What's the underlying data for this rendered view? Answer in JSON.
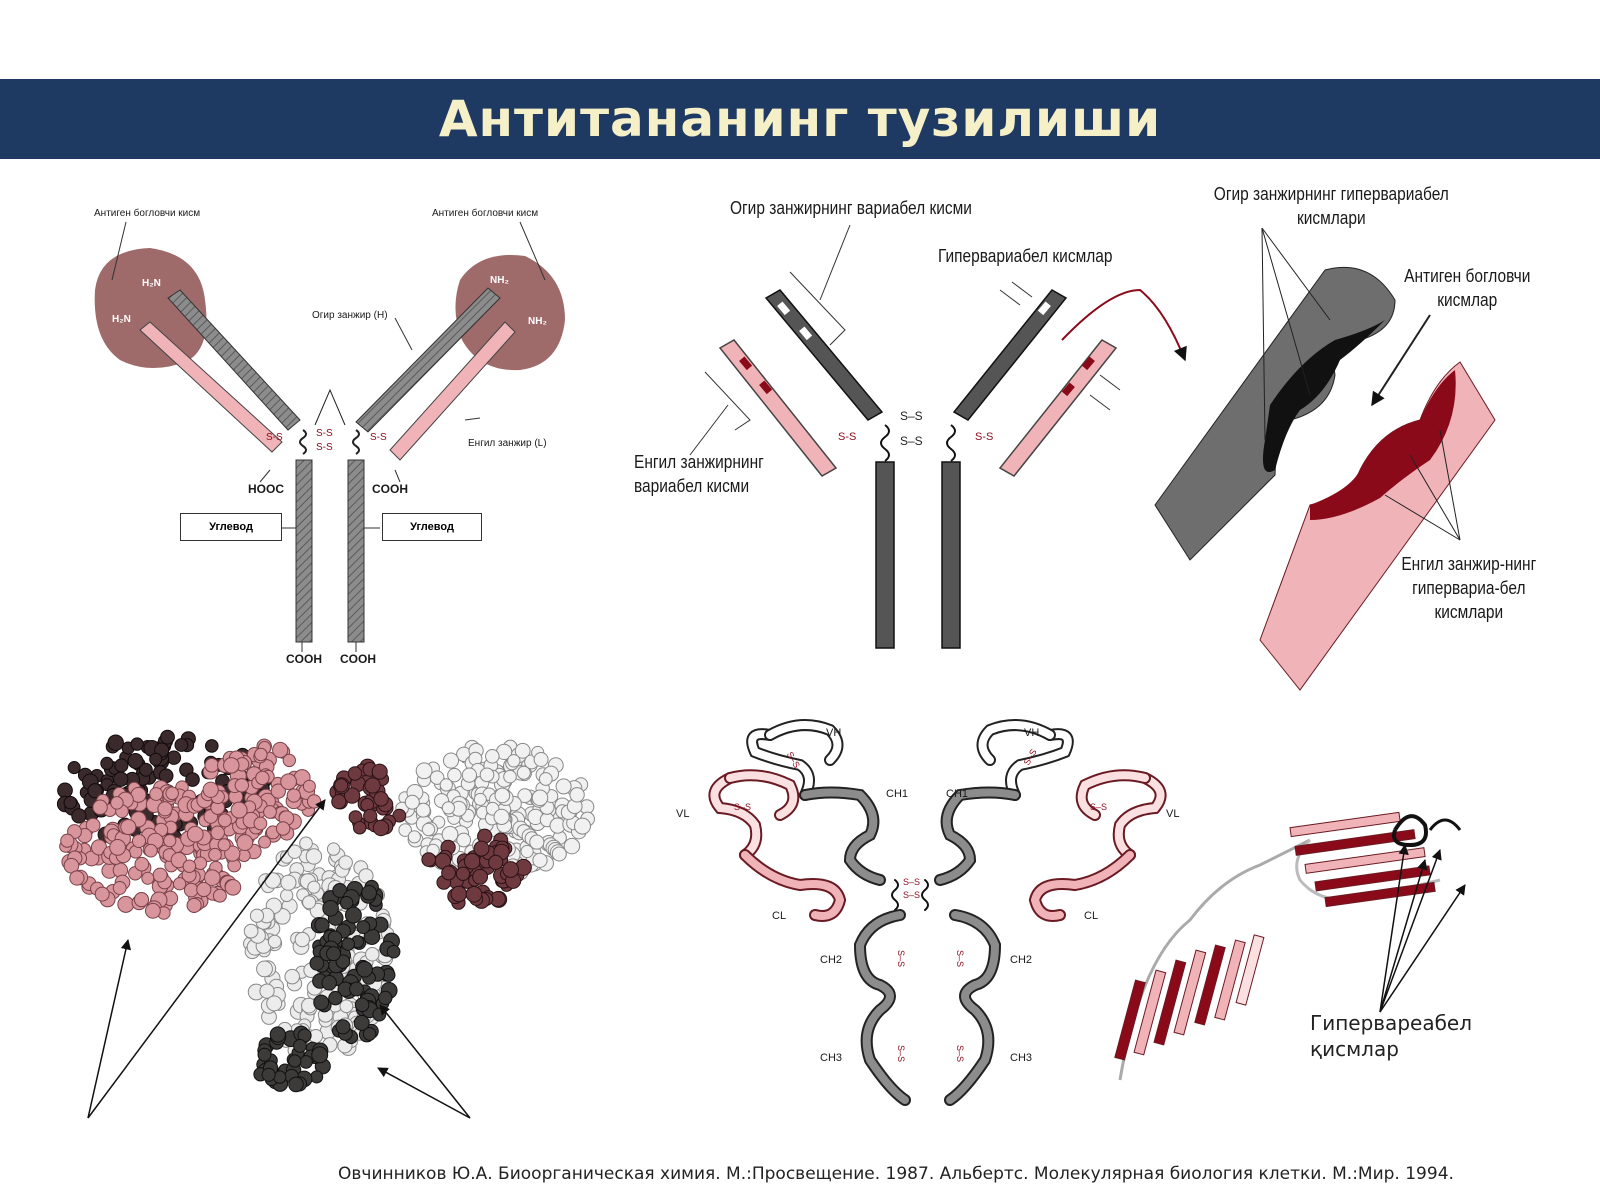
{
  "title": "Антитананинг тузилиши",
  "panel1": {
    "antigen_left": "Антиген богловчи кисм",
    "antigen_right": "Антиген богловчи кисм",
    "heavy_chain": "Огир занжир (Н)",
    "light_chain": "Енгил занжир (L)",
    "nh2_a": "H₂N",
    "nh2_b": "H₂N",
    "nh2_c": "NH₂",
    "nh2_d": "NH₂",
    "hooc": "HOOC",
    "cooh_right": "COOH",
    "cooh_bottom_left": "COOH",
    "cooh_bottom_right": "COOH",
    "carb_left": "Углевод",
    "carb_right": "Углевод",
    "ss": "S-S"
  },
  "panel2": {
    "heavy_variable": "Огир занжирнинг вариабел кисми",
    "hypervariable": "Гипервариабел кисмлар",
    "light_variable": "Енгил занжирнинг вариабел кисми"
  },
  "panel3": {
    "heavy_hyper": "Огир занжирнинг гипервариабел кисмлари",
    "antigen_binding": "Антиген богловчи кисмлар",
    "light_hyper": "Енгил занжир-нинг гипервариа-бел кисмлари"
  },
  "panel5": {
    "vh_left": "VH",
    "vh_right": "VH",
    "vl_left": "VL",
    "vl_right": "VL",
    "ch1_left": "CH1",
    "ch1_right": "CH1",
    "cl_left": "CL",
    "cl_right": "CL",
    "ch2_left": "CH2",
    "ch2_right": "CH2",
    "ch3_left": "CH3",
    "ch3_right": "CH3"
  },
  "panel6": {
    "hypervariable": "Гипервареабел қисмлар"
  },
  "citation": "Овчинников Ю.А. Биоорганическая химия. М.:Просвещение. 1987.  Альбертс. Молекулярная биология клетки. М.:Мир. 1994.",
  "colors": {
    "title_bar": "#1f3a62",
    "title_text": "#f5f0c8",
    "heavy": "#8c8c8c",
    "light": "#f0b4b8",
    "dark_red": "#8b0a1a",
    "antigen_blob": "#9e6a6a"
  }
}
